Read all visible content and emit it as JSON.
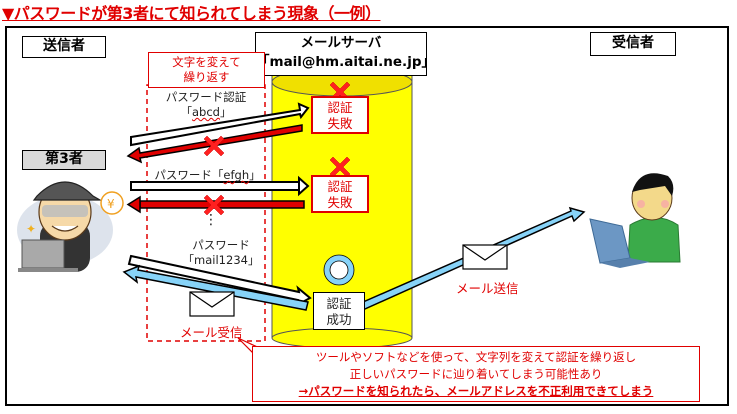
{
  "title": "▼パスワードが第3者にて知られてしまう現象（一例）",
  "actors": {
    "sender": "送信者",
    "third_party": "第3者",
    "receiver": "受信者"
  },
  "server": {
    "line1": "メールサーバ",
    "line2": "「mail@hm.aitai.ne.jp」"
  },
  "repeat_note": {
    "line1": "文字を変えて",
    "line2": "繰り返す"
  },
  "attempts": [
    {
      "label_line1": "パスワード認証",
      "label_line2_prefix": "「",
      "password": "abcd",
      "label_line2_suffix": "」",
      "result_line1": "認証",
      "result_line2": "失敗"
    },
    {
      "label_line1": "パスワード「",
      "password": "efgh",
      "label_line2_suffix": "」",
      "result_line1": "認証",
      "result_line2": "失敗"
    },
    {
      "label_line1": "パスワード",
      "label_line2_prefix": "「",
      "password": "mail1234",
      "label_line2_suffix": "」",
      "result_line1": "認証",
      "result_line2": "成功"
    }
  ],
  "ellipsis": "⋮",
  "mail_receive": "メール受信",
  "mail_send": "メール送信",
  "callout": {
    "line1": "ツールやソフトなどを使って、文字列を変えて認証を繰り返し",
    "line2": "正しいパスワードに辿り着いてしまう可能性あり",
    "line3": "→パスワードを知られたら、メールアドレスを不正利用できてしまう"
  },
  "icons": {
    "yen": "¥",
    "sparkle": "✦"
  },
  "colors": {
    "accent_red": "#e00000",
    "server_yellow": "#ffff00",
    "success_blue": "#87d3f8",
    "label_gray": "#d9d9d9"
  }
}
